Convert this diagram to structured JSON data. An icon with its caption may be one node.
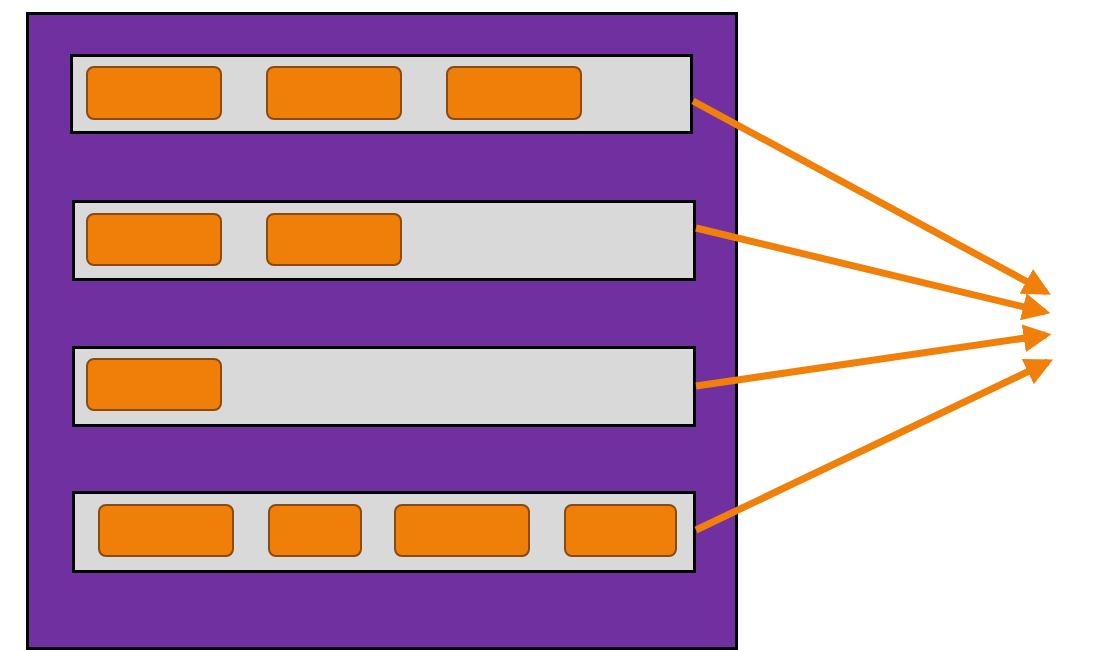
{
  "diagram": {
    "nodes": [
      {
        "text": [],
        "shape": "box"
      },
      {
        "text": [],
        "shape": "bar",
        "in": 0
      },
      {
        "text": [],
        "shape": "box",
        "in": 1
      },
      {
        "text": [],
        "shape": "box",
        "in": 1
      },
      {
        "text": [],
        "shape": "box",
        "in": 1
      },
      {
        "text": [],
        "shape": "bar",
        "in": 0
      },
      {
        "text": [],
        "shape": "box",
        "in": 5
      },
      {
        "text": [],
        "shape": "box",
        "in": 5
      },
      {
        "text": [],
        "shape": "bar",
        "in": 0
      },
      {
        "text": [],
        "shape": "box",
        "in": 8
      },
      {
        "text": [],
        "shape": "bar",
        "in": 0
      },
      {
        "text": [],
        "shape": "box",
        "in": 10
      },
      {
        "text": [],
        "shape": "box",
        "in": 10
      },
      {
        "text": [],
        "shape": "box",
        "in": 10
      },
      {
        "text": [],
        "shape": "box",
        "in": 10
      }
    ],
    "edges": [
      {
        "from": 1,
        "to": null,
        "arrow": "to"
      },
      {
        "from": 5,
        "to": null,
        "arrow": "to"
      },
      {
        "from": 8,
        "to": null,
        "arrow": "to"
      },
      {
        "from": 10,
        "to": null,
        "arrow": "to"
      }
    ]
  }
}
